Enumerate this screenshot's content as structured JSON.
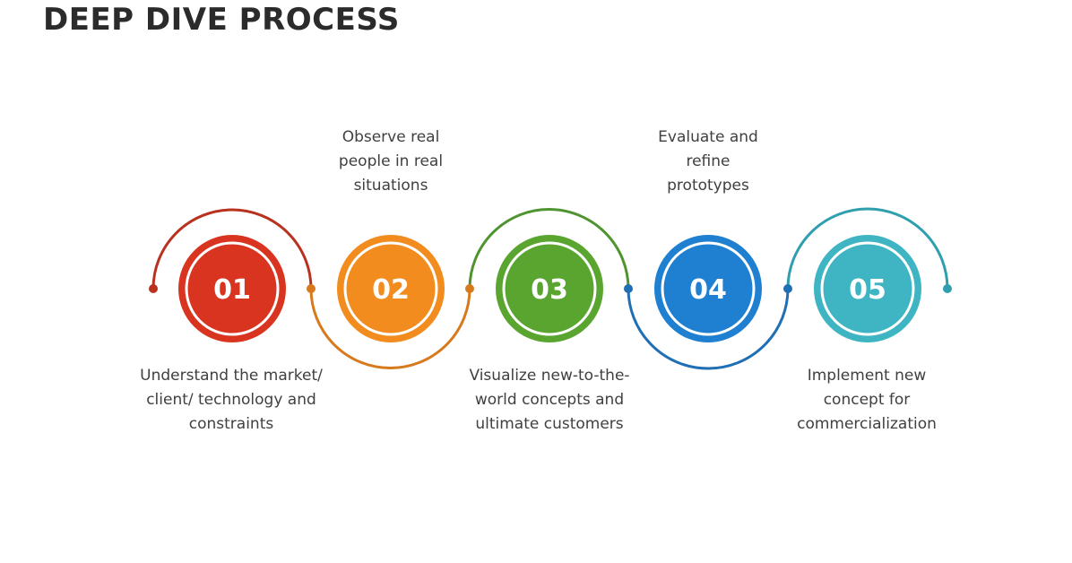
{
  "title": "DEEP DIVE PROCESS",
  "steps": [
    {
      "number": "01",
      "text": "Understand the market/\nclient/ technology and\nconstraints",
      "color": "#d9341f"
    },
    {
      "number": "02",
      "text": "Observe real\npeople in real\nsituations",
      "color": "#f28c1e"
    },
    {
      "number": "03",
      "text": "Visualize new-to-the-\nworld concepts and\nultimate customers",
      "color": "#5aa52f"
    },
    {
      "number": "04",
      "text": "Evaluate and\nrefine\nprototypes",
      "color": "#1f7fd1"
    },
    {
      "number": "05",
      "text": "Implement new\nconcept for\ncommercialization",
      "color": "#3fb5c4"
    }
  ]
}
